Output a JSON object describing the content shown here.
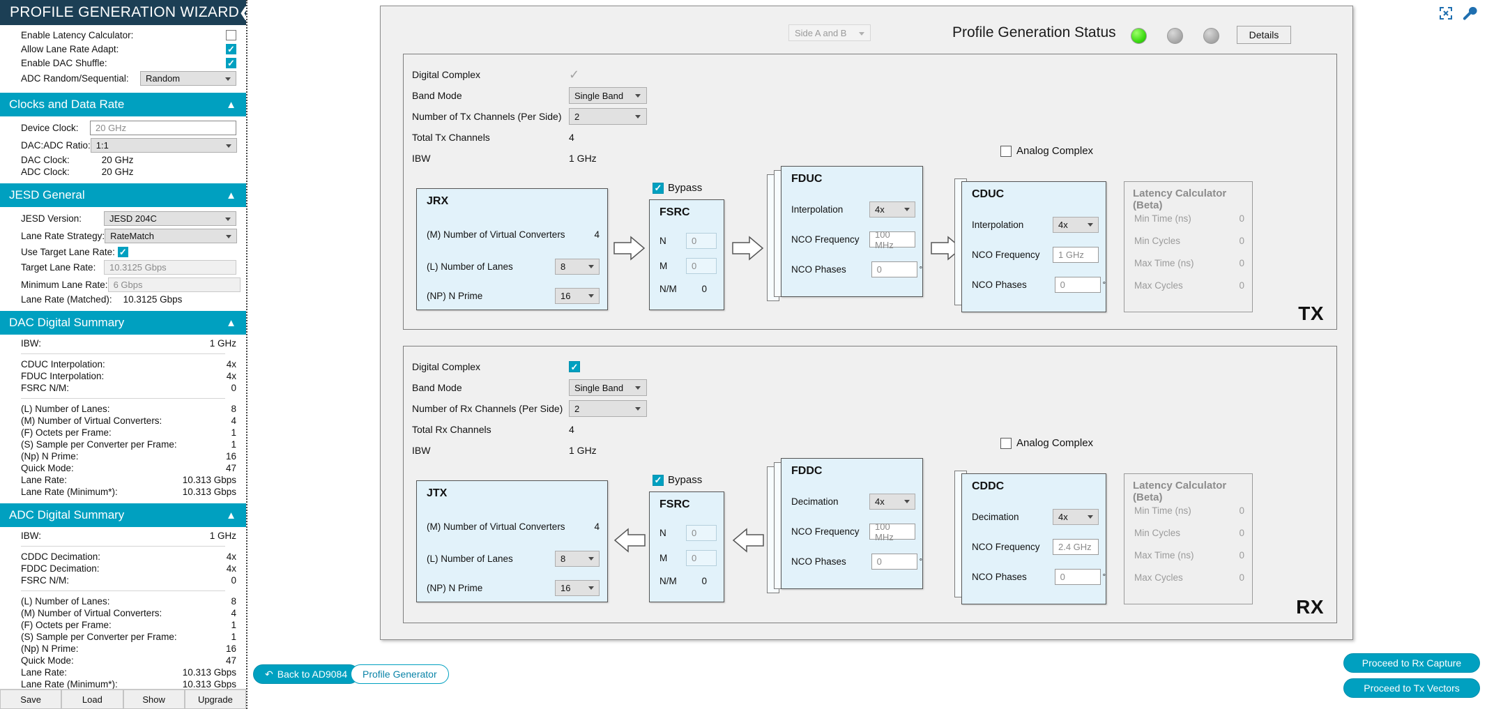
{
  "sidebar": {
    "title": "PROFILE GENERATION WIZARD",
    "collapse_icon": "chevron-left-icon",
    "top_options": [
      {
        "label": "Enable Latency Calculator:",
        "type": "checkbox",
        "checked": false
      },
      {
        "label": "Allow Lane Rate Adapt:",
        "type": "checkbox",
        "checked": true
      },
      {
        "label": "Enable DAC Shuffle:",
        "type": "checkbox",
        "checked": true
      },
      {
        "label": "ADC Random/Sequential:",
        "type": "select",
        "value": "Random"
      }
    ],
    "sections": [
      {
        "title": "Clocks and Data Rate",
        "rows": [
          {
            "label": "Device Clock:",
            "type": "text",
            "value": "20 GHz"
          },
          {
            "label": "DAC:ADC Ratio:",
            "type": "select",
            "value": "1:1"
          },
          {
            "label": "DAC Clock:",
            "type": "static",
            "value": "20 GHz"
          },
          {
            "label": "ADC Clock:",
            "type": "static",
            "value": "20 GHz"
          }
        ]
      },
      {
        "title": "JESD General",
        "rows": [
          {
            "label": "JESD Version:",
            "type": "select",
            "value": "JESD 204C"
          },
          {
            "label": "Lane Rate Strategy:",
            "type": "select",
            "value": "RateMatch"
          },
          {
            "label": "Use Target Lane Rate:",
            "type": "checkbox",
            "checked": true
          },
          {
            "label": "Target Lane Rate:",
            "type": "text",
            "value": "10.3125 Gbps"
          },
          {
            "label": "Minimum Lane Rate:",
            "type": "text",
            "value": "6 Gbps"
          },
          {
            "label": "Lane Rate (Matched):",
            "type": "static",
            "value": "10.3125 Gbps"
          }
        ]
      },
      {
        "title": "DAC Digital Summary",
        "groups": [
          [
            {
              "label": "IBW:",
              "value": "1 GHz"
            }
          ],
          [
            {
              "label": "CDUC Interpolation:",
              "value": "4x"
            },
            {
              "label": "FDUC Interpolation:",
              "value": "4x"
            },
            {
              "label": "FSRC N/M:",
              "value": "0"
            }
          ],
          [
            {
              "label": "(L) Number of Lanes:",
              "value": "8"
            },
            {
              "label": "(M) Number of Virtual Converters:",
              "value": "4"
            },
            {
              "label": "(F) Octets per Frame:",
              "value": "1"
            },
            {
              "label": "(S) Sample per Converter per Frame:",
              "value": "1"
            },
            {
              "label": "(Np) N Prime:",
              "value": "16"
            },
            {
              "label": "Quick Mode:",
              "value": "47"
            },
            {
              "label": "Lane Rate:",
              "value": "10.313 Gbps"
            },
            {
              "label": "Lane Rate (Minimum*):",
              "value": "10.313 Gbps"
            }
          ]
        ]
      },
      {
        "title": "ADC Digital Summary",
        "groups": [
          [
            {
              "label": "IBW:",
              "value": "1 GHz"
            }
          ],
          [
            {
              "label": "CDDC Decimation:",
              "value": "4x"
            },
            {
              "label": "FDDC Decimation:",
              "value": "4x"
            },
            {
              "label": "FSRC N/M:",
              "value": "0"
            }
          ],
          [
            {
              "label": "(L) Number of Lanes:",
              "value": "8"
            },
            {
              "label": "(M) Number of Virtual Converters:",
              "value": "4"
            },
            {
              "label": "(F) Octets per Frame:",
              "value": "1"
            },
            {
              "label": "(S) Sample per Converter per Frame:",
              "value": "1"
            },
            {
              "label": "(Np) N Prime:",
              "value": "16"
            },
            {
              "label": "Quick Mode:",
              "value": "47"
            },
            {
              "label": "Lane Rate:",
              "value": "10.313 Gbps"
            },
            {
              "label": "Lane Rate (Minimum*):",
              "value": "10.313 Gbps"
            }
          ]
        ]
      }
    ],
    "footer_buttons": [
      {
        "label": "Save"
      },
      {
        "label": "Load"
      },
      {
        "label": "Show"
      },
      {
        "label": "Upgrade"
      }
    ]
  },
  "header": {
    "side_select": "Side A and B",
    "status_title": "Profile Generation Status",
    "details_label": "Details",
    "leds": [
      {
        "name": "status-led-green",
        "color": "#3ddb12",
        "state": "on"
      },
      {
        "name": "status-led-2",
        "color": "#a9a9a9",
        "state": "off"
      },
      {
        "name": "status-led-3",
        "color": "#a9a9a9",
        "state": "off"
      }
    ],
    "expand_icon": "expand-arrows-icon",
    "wrench_icon": "wrench-icon"
  },
  "tx": {
    "tag": "TX",
    "config": [
      {
        "label": "Digital Complex",
        "type": "check-gray",
        "checked": true
      },
      {
        "label": "Band Mode",
        "type": "select",
        "value": "Single Band"
      },
      {
        "label": "Number of Tx Channels (Per Side)",
        "type": "select",
        "value": "2"
      },
      {
        "label": "Total Tx Channels",
        "type": "static",
        "value": "4"
      },
      {
        "label": "IBW",
        "type": "static",
        "value": "1 GHz"
      }
    ],
    "jesd_block": {
      "title": "JRX",
      "rows": [
        {
          "label": "(M) Number of Virtual Converters",
          "type": "static",
          "value": "4"
        },
        {
          "label": "(L) Number of Lanes",
          "type": "select",
          "value": "8"
        },
        {
          "label": "(NP) N Prime",
          "type": "select",
          "value": "16"
        }
      ]
    },
    "bypass": {
      "label": "Bypass",
      "checked": true
    },
    "fsrc": {
      "title": "FSRC",
      "rows": [
        {
          "label": "N",
          "type": "field",
          "value": "0"
        },
        {
          "label": "M",
          "type": "field",
          "value": "0"
        },
        {
          "label": "N/M",
          "type": "static",
          "value": "0"
        }
      ]
    },
    "fduc": {
      "title": "FDUC",
      "rows": [
        {
          "label": "Interpolation",
          "type": "select",
          "value": "4x"
        },
        {
          "label": "NCO Frequency",
          "type": "field",
          "value": "100 MHz"
        },
        {
          "label": "NCO Phases",
          "type": "field",
          "value": "0",
          "suffix": "°"
        }
      ]
    },
    "analog_complex": {
      "label": "Analog Complex",
      "checked": false
    },
    "cduc": {
      "title": "CDUC",
      "rows": [
        {
          "label": "Interpolation",
          "type": "select",
          "value": "4x"
        },
        {
          "label": "NCO Frequency",
          "type": "field",
          "value": "1 GHz"
        },
        {
          "label": "NCO Phases",
          "type": "field",
          "value": "0",
          "suffix": "°"
        }
      ]
    },
    "latency": {
      "title": "Latency Calculator (Beta)",
      "rows": [
        {
          "label": "Min Time (ns)",
          "value": "0"
        },
        {
          "label": "Min Cycles",
          "value": "0"
        },
        {
          "label": "Max Time (ns)",
          "value": "0"
        },
        {
          "label": "Max Cycles",
          "value": "0"
        }
      ]
    }
  },
  "rx": {
    "tag": "RX",
    "config": [
      {
        "label": "Digital Complex",
        "type": "check-blue",
        "checked": true
      },
      {
        "label": "Band Mode",
        "type": "select",
        "value": "Single Band"
      },
      {
        "label": "Number of Rx Channels (Per Side)",
        "type": "select",
        "value": "2"
      },
      {
        "label": "Total Rx Channels",
        "type": "static",
        "value": "4"
      },
      {
        "label": "IBW",
        "type": "static",
        "value": "1 GHz"
      }
    ],
    "jesd_block": {
      "title": "JTX",
      "rows": [
        {
          "label": "(M) Number of Virtual Converters",
          "type": "static",
          "value": "4"
        },
        {
          "label": "(L) Number of Lanes",
          "type": "select",
          "value": "8"
        },
        {
          "label": "(NP) N Prime",
          "type": "select",
          "value": "16"
        }
      ]
    },
    "bypass": {
      "label": "Bypass",
      "checked": true
    },
    "fsrc": {
      "title": "FSRC",
      "rows": [
        {
          "label": "N",
          "type": "field",
          "value": "0"
        },
        {
          "label": "M",
          "type": "field",
          "value": "0"
        },
        {
          "label": "N/M",
          "type": "static",
          "value": "0"
        }
      ]
    },
    "fddc": {
      "title": "FDDC",
      "rows": [
        {
          "label": "Decimation",
          "type": "select",
          "value": "4x"
        },
        {
          "label": "NCO Frequency",
          "type": "field",
          "value": "100 MHz"
        },
        {
          "label": "NCO Phases",
          "type": "field",
          "value": "0",
          "suffix": "°"
        }
      ]
    },
    "analog_complex": {
      "label": "Analog Complex",
      "checked": false
    },
    "cddc": {
      "title": "CDDC",
      "rows": [
        {
          "label": "Decimation",
          "type": "select",
          "value": "4x"
        },
        {
          "label": "NCO Frequency",
          "type": "field",
          "value": "2.4 GHz"
        },
        {
          "label": "NCO Phases",
          "type": "field",
          "value": "0",
          "suffix": "°"
        }
      ]
    },
    "latency": {
      "title": "Latency Calculator (Beta)",
      "rows": [
        {
          "label": "Min Time (ns)",
          "value": "0"
        },
        {
          "label": "Min Cycles",
          "value": "0"
        },
        {
          "label": "Max Time (ns)",
          "value": "0"
        },
        {
          "label": "Max Cycles",
          "value": "0"
        }
      ]
    }
  },
  "bottom": {
    "back_label": "Back to  AD9084",
    "back_icon": "undo-arrow-icon",
    "profile_generator_label": "Profile Generator",
    "proceed_rx_label": "Proceed to Rx Capture",
    "proceed_tx_label": "Proceed to Tx Vectors"
  },
  "colors": {
    "accent": "#00A0C0",
    "header_dark": "#1c3f55",
    "block_fill": "#e2f2fa",
    "panel": "#f0f0f0"
  }
}
